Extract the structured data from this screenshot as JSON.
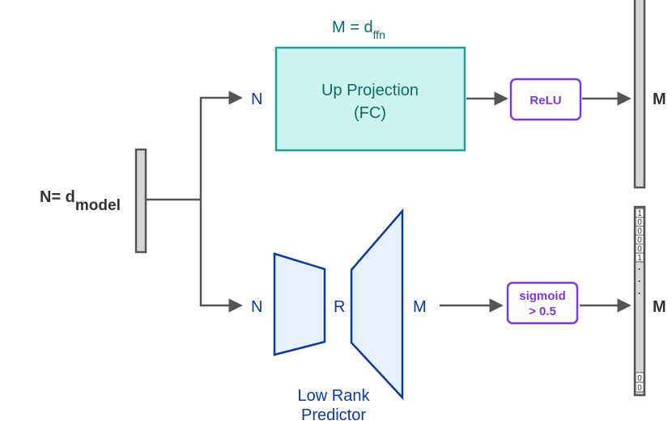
{
  "input": {
    "label_prefix": "N= d",
    "label_sub": "model"
  },
  "top": {
    "m_label_prefix": "M = d",
    "m_label_sub": "ffn",
    "in_label": "N",
    "box_line1": "Up Projection",
    "box_line2": "(FC)",
    "activation": "ReLU",
    "out_label": "M"
  },
  "bottom": {
    "in_label": "N",
    "rank_label": "R",
    "mid_out_label": "M",
    "activation_line1": "sigmoid",
    "activation_line2": "> 0.5",
    "out_label": "M",
    "predictor_line1": "Low Rank",
    "predictor_line2": "Predictor",
    "mask_top_bits": [
      "1",
      "0",
      "0",
      "0",
      "0",
      "1"
    ],
    "mask_dots": [
      "·",
      "·",
      "·"
    ],
    "mask_bottom_bits": [
      "0",
      "0"
    ]
  },
  "colors": {
    "teal_fill": "#cdf4f0",
    "teal_stroke": "#1f9e96",
    "teal_text": "#0d6b63",
    "blue_stroke": "#0d3a97",
    "blue_fill": "#e8f0fb",
    "blue_text": "#0d3a97",
    "purple": "#7a3bd1",
    "arrow": "#555555",
    "vector_fill": "#d4d6da"
  }
}
